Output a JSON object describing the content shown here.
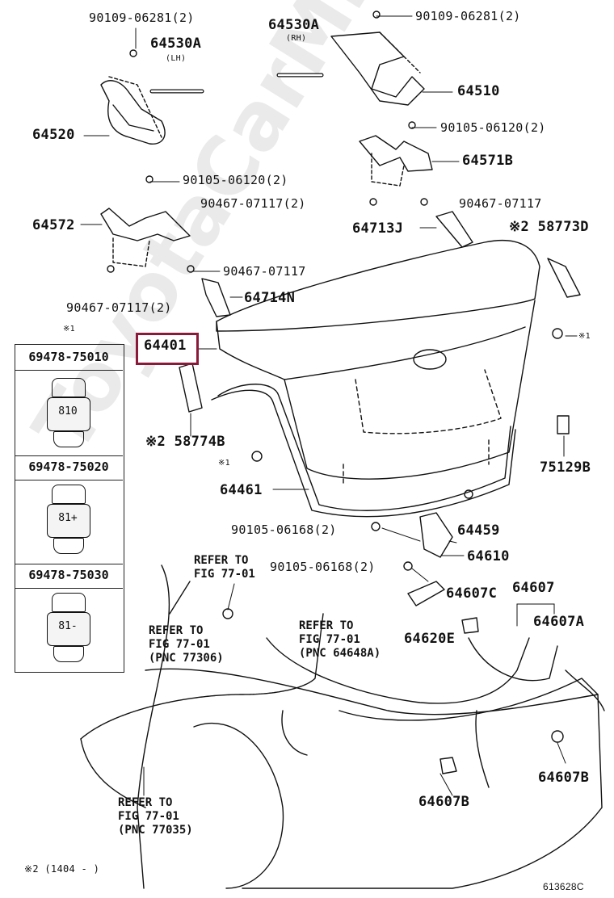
{
  "watermark": "ToyotaCarMine.ru",
  "figure_code": "613628C",
  "footnote": "※2 (1404 -     )",
  "parts": {
    "p90109a": "90109-06281(2)",
    "p90109b": "90109-06281(2)",
    "p64530a_lh": "64530A",
    "lh": "(LH)",
    "p64530a_rh": "64530A",
    "rh": "(RH)",
    "p64510": "64510",
    "p64520": "64520",
    "p90105a": "90105-06120(2)",
    "p90105b": "90105-06120(2)",
    "p64571b": "64571B",
    "p90467a": "90467-07117(2)",
    "p90467b": "90467-07117",
    "p64572": "64572",
    "p64713j": "64713J",
    "p58773d": "※2 58773D",
    "p90467c": "90467-07117",
    "p90467d": "90467-07117(2)",
    "p64714n": "64714N",
    "star1a": "※1",
    "p64401": "64401",
    "star1b": "※1",
    "p58774b": "※2 58774B",
    "star1c": "※1",
    "p75129b": "75129B",
    "p64461": "64461",
    "p90105c": "90105-06168(2)",
    "p64459": "64459",
    "p64610": "64610",
    "p90105d": "90105-06168(2)",
    "p64607c": "64607C",
    "p64607": "64607",
    "p64607a": "64607A",
    "p64620e": "64620E",
    "p64607b_r": "64607B",
    "p64607b_b": "64607B"
  },
  "clip_box": {
    "heading": "※1",
    "items": [
      {
        "part": "69478-75010",
        "mark": "810"
      },
      {
        "part": "69478-75020",
        "mark": "81+"
      },
      {
        "part": "69478-75030",
        "mark": "81-"
      }
    ]
  },
  "refs": {
    "r1": "REFER TO\nFIG 77-01",
    "r2": "REFER TO\nFIG 77-01\n(PNC 77306)",
    "r3": "REFER TO\nFIG 77-01\n(PNC 64648A)",
    "r4": "REFER TO\nFIG 77-01\n(PNC 77035)"
  }
}
